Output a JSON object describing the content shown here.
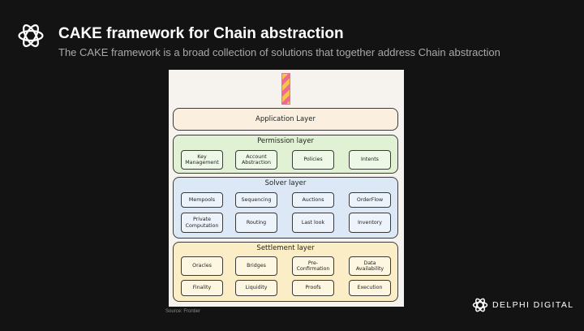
{
  "header": {
    "title": "CAKE framework for Chain abstraction",
    "subtitle": "The CAKE framework is a broad collection of solutions that together address Chain abstraction"
  },
  "diagram": {
    "application_layer": "Application Layer",
    "permission_layer": {
      "title": "Permission layer",
      "items": [
        "Key\nManagement",
        "Account\nAbstraction",
        "Policies",
        "Intents"
      ]
    },
    "solver_layer": {
      "title": "Solver layer",
      "items": [
        "Mempools",
        "Sequencing",
        "Auctions",
        "OrderFlow",
        "Private\nComputation",
        "Routing",
        "Last look",
        "Inventory"
      ]
    },
    "settlement_layer": {
      "title": "Settlement layer",
      "items": [
        "Oracles",
        "Bridges",
        "Pre-\nConfirmation",
        "Data\nAvailability",
        "Finality",
        "Liquidity",
        "Proofs",
        "Execution"
      ]
    },
    "source": "Source: Frontier"
  },
  "footer": {
    "brand": "DELPHI DIGITAL"
  },
  "colors": {
    "background": "#131313",
    "application": "#fbf0e0",
    "permission": "#e1f2d4",
    "solver": "#dce8f5",
    "settlement": "#fbedc6"
  },
  "icons": {
    "header_logo": "delphi-logo-icon",
    "footer_logo": "delphi-logo-icon",
    "candle": "candle-icon"
  }
}
